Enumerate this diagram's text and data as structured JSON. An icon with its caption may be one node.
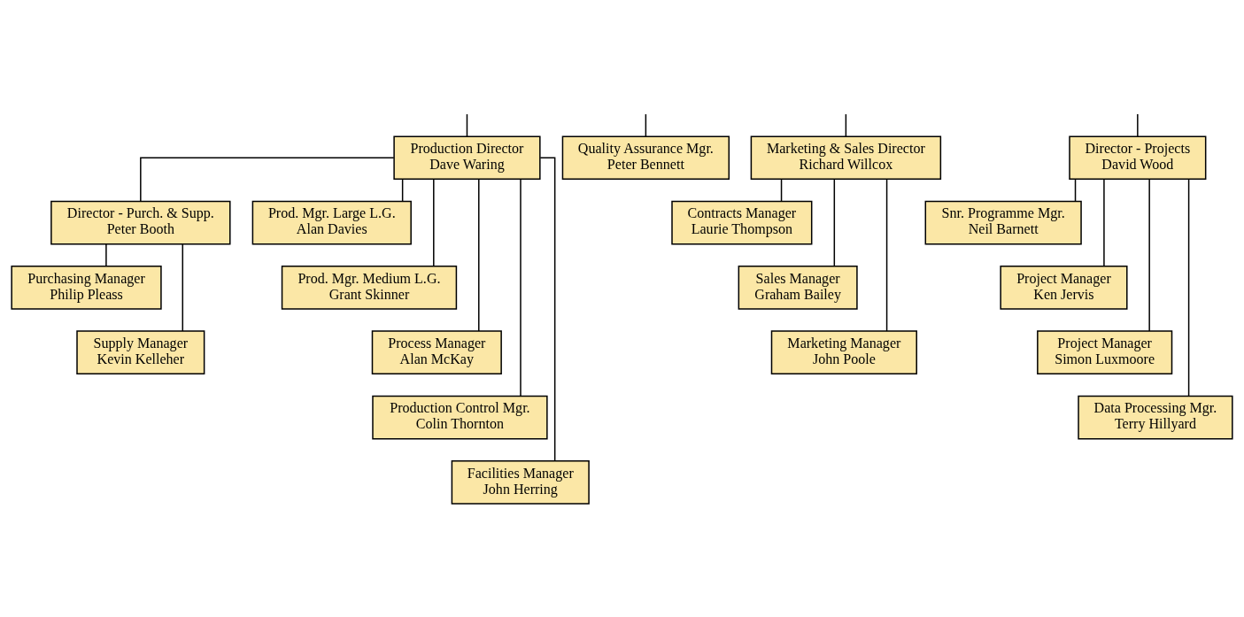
{
  "diagram": {
    "nodes": [
      {
        "text": [
          "Production Director",
          "Dave Waring"
        ]
      },
      {
        "text": [
          "Quality Assurance Mgr.",
          "Peter Bennett"
        ]
      },
      {
        "text": [
          "Marketing & Sales Director",
          "Richard Willcox"
        ]
      },
      {
        "text": [
          "Director - Projects",
          "David Wood"
        ]
      },
      {
        "text": [
          "Director - Purch. & Supp.",
          "Peter Booth"
        ]
      },
      {
        "text": [
          "Purchasing Manager",
          "Philip Pleass"
        ]
      },
      {
        "text": [
          "Supply Manager",
          "Kevin Kelleher"
        ]
      },
      {
        "text": [
          "Prod. Mgr. Large L.G.",
          "Alan Davies"
        ]
      },
      {
        "text": [
          "Prod. Mgr. Medium L.G.",
          "Grant Skinner"
        ]
      },
      {
        "text": [
          "Process Manager",
          "Alan McKay"
        ]
      },
      {
        "text": [
          "Production Control Mgr.",
          "Colin Thornton"
        ]
      },
      {
        "text": [
          "Facilities Manager",
          "John Herring"
        ]
      },
      {
        "text": [
          "Contracts Manager",
          "Laurie Thompson"
        ]
      },
      {
        "text": [
          "Sales Manager",
          "Graham Bailey"
        ]
      },
      {
        "text": [
          "Marketing Manager",
          "John Poole"
        ]
      },
      {
        "text": [
          "Snr. Programme Mgr.",
          "Neil Barnett"
        ]
      },
      {
        "text": [
          "Project Manager",
          "Ken Jervis"
        ]
      },
      {
        "text": [
          "Project Manager",
          "Simon Luxmoore"
        ]
      },
      {
        "text": [
          "Data Processing Mgr.",
          "Terry Hillyard"
        ]
      }
    ],
    "edges": [
      {
        "from": null,
        "to": 0,
        "arrow": "none"
      },
      {
        "from": null,
        "to": 1,
        "arrow": "none"
      },
      {
        "from": null,
        "to": 2,
        "arrow": "none"
      },
      {
        "from": null,
        "to": 3,
        "arrow": "none"
      },
      {
        "from": 0,
        "to": 4,
        "arrow": "none"
      },
      {
        "from": 4,
        "to": 5,
        "arrow": "none"
      },
      {
        "from": 4,
        "to": 6,
        "arrow": "none"
      },
      {
        "from": 0,
        "to": 7,
        "arrow": "none"
      },
      {
        "from": 0,
        "to": 8,
        "arrow": "none"
      },
      {
        "from": 0,
        "to": 9,
        "arrow": "none"
      },
      {
        "from": 0,
        "to": 10,
        "arrow": "none"
      },
      {
        "from": 0,
        "to": 11,
        "arrow": "none"
      },
      {
        "from": 2,
        "to": 12,
        "arrow": "none"
      },
      {
        "from": 2,
        "to": 13,
        "arrow": "none"
      },
      {
        "from": 2,
        "to": 14,
        "arrow": "none"
      },
      {
        "from": 3,
        "to": 15,
        "arrow": "none"
      },
      {
        "from": 3,
        "to": 16,
        "arrow": "none"
      },
      {
        "from": 3,
        "to": 17,
        "arrow": "none"
      },
      {
        "from": 3,
        "to": 18,
        "arrow": "none"
      }
    ]
  }
}
